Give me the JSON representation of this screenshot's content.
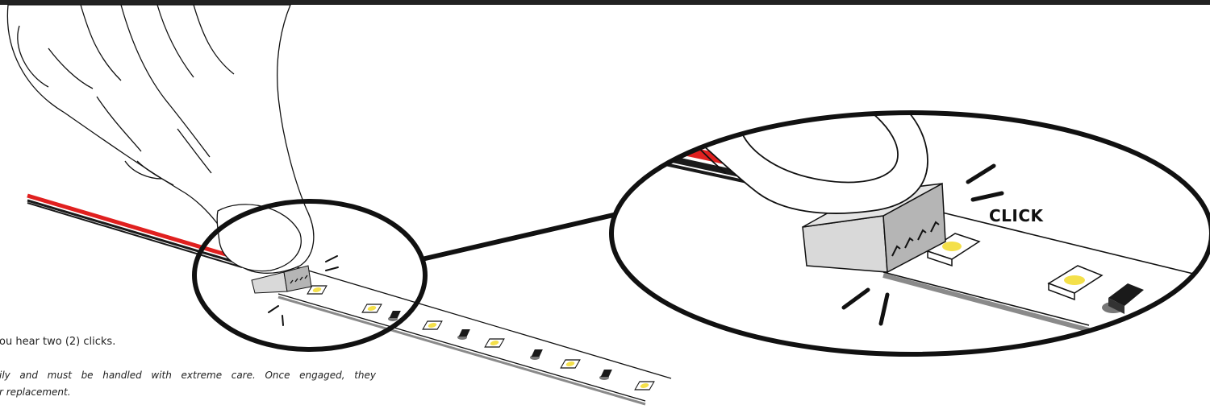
{
  "callout": {
    "click_label": "CLICK"
  },
  "instructions": {
    "step_text": "ou hear two (2) clicks.",
    "note_line_1": "ily and must be handled with extreme care. Once engaged, they",
    "note_line_2": "r replacement."
  },
  "colors": {
    "wire_red": "#e0201f",
    "wire_black": "#1a1a1a",
    "led_yellow": "#f4e04a",
    "connector_gray": "#d9d9d9",
    "connector_dark": "#b5b5b5",
    "strip_edge": "#8a8a8a",
    "outline": "#111111"
  }
}
